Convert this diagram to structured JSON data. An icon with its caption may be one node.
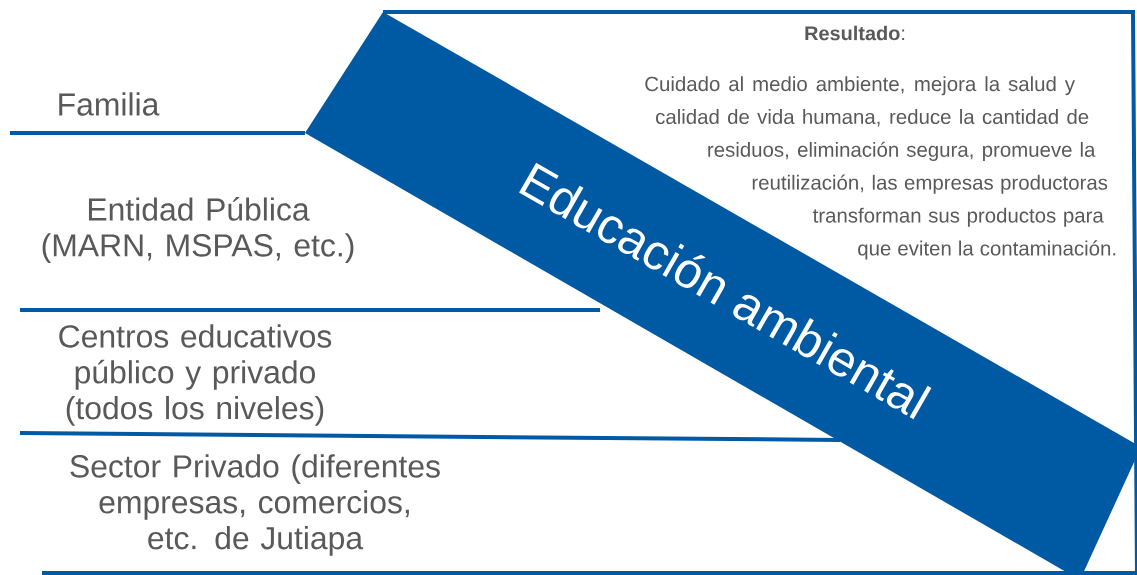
{
  "diagram": {
    "nodes": [
      {
        "text": [
          "Familia"
        ]
      },
      {
        "text": [
          "Entidad Pública (MARN, MSPAS,  etc.)"
        ]
      },
      {
        "text": [
          "Centros educativos público y privado (todos los niveles)"
        ]
      },
      {
        "text": [
          "Sector Privado (diferentes empresas, comercios, etc. de Jutiapa"
        ]
      },
      {
        "text": [
          "Educación ambiental"
        ]
      },
      {
        "text": [
          "**Resultado**:",
          "Cuidado al medio ambiente, mejora la salud y calidad de vida humana, reduce la cantidad de residuos,  eliminación segura, promueve la reutilización, las empresas productoras transforman sus productos para que eviten la contaminación."
        ]
      }
    ]
  }
}
